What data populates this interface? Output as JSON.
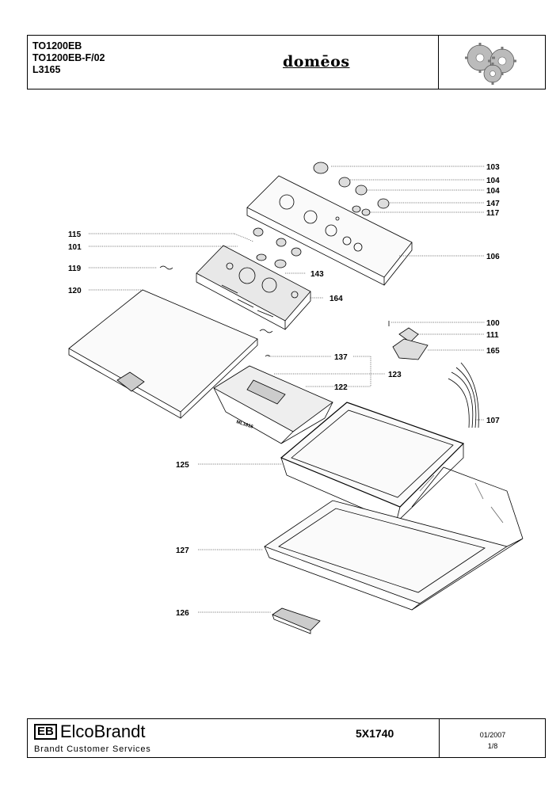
{
  "header": {
    "models": [
      "TO1200EB",
      "TO1200EB-F/02",
      "L3165"
    ],
    "brand": "domēos",
    "logo_icon": "gears-icon"
  },
  "diagram": {
    "labels": [
      "103",
      "104",
      "104",
      "147",
      "117",
      "115",
      "101",
      "106",
      "143",
      "119",
      "164",
      "120",
      "100",
      "111",
      "165",
      "137",
      "123",
      "122",
      "107",
      "125",
      "127",
      "126"
    ],
    "part_marking": "ML1616"
  },
  "footer": {
    "company_mark": "EB",
    "company": "ElcoBrandt",
    "services": "Brandt Customer Services",
    "reference": "5X1740",
    "date": "01/2007",
    "page": "1/8"
  }
}
